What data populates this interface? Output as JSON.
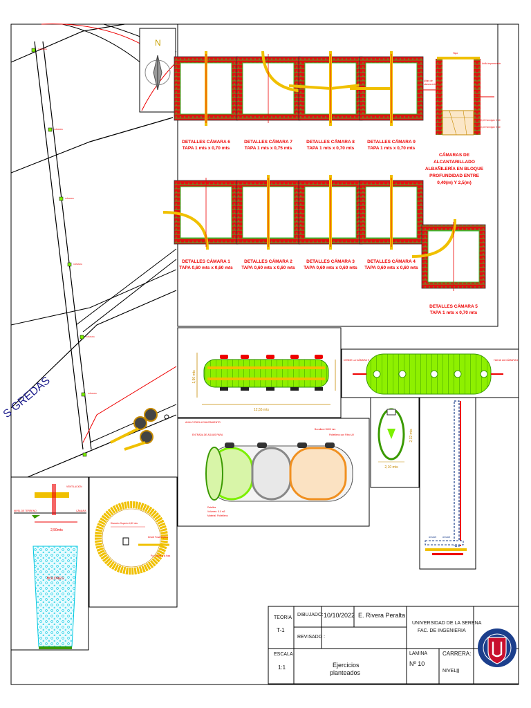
{
  "site_plan": {
    "street_label": "S GREDAS",
    "north_label": "N"
  },
  "chambers": [
    {
      "title": "DETALLES CÁMARA 6",
      "dims": "TAPA 1 mts x 0,70 mts"
    },
    {
      "title": "DETALLES CÁMARA 7",
      "dims": "TAPA 1 mts x 0,75 mts"
    },
    {
      "title": "DETALLES CÁMARA 8",
      "dims": "TAPA 1 mts x 0,70 mts"
    },
    {
      "title": "DETALLES CÁMARA 9",
      "dims": "TAPA 1 mts x 0,70 mts"
    },
    {
      "title": "DETALLES CÁMARA 1",
      "dims": "TAPA 0,60 mts x 0,60 mts"
    },
    {
      "title": "DETALLES CÁMARA 2",
      "dims": "TAPA 0,60 mts x 0,60 mts"
    },
    {
      "title": "DETALLES CÁMARA 3",
      "dims": "TAPA 0,60 mts x 0,60 mts"
    },
    {
      "title": "DETALLES CÁMARA 4",
      "dims": "TAPA 0,60 mts x 0,60 mts"
    },
    {
      "title": "DETALLES CÁMARA 5",
      "dims": "TAPA 1 mts x 0,70 mts"
    }
  ],
  "camaras_note": [
    "CÁMARAS DE",
    "ALCANTARILLADO",
    "ALBAÑILERÍA EN BLOQUE",
    "PROFUNDIDAD ENTRE",
    "0,40(m) Y 2,5(m)"
  ],
  "tank": {
    "length_label": "12,55 mts",
    "width_label": "2,10 mts",
    "height_label": "1,90 mts",
    "inlet_label": "DESDE LA CÁMARA 9",
    "outlet_label": "HACIA LA CÁMARA 6",
    "elevation_label": "2,32 mts"
  },
  "well": {
    "width_label": "2,50mts",
    "fill_label": "BOLONES"
  },
  "title_block": {
    "teoria_label": "TEORIA",
    "teoria_value": "T-1",
    "dibujado_label": "DIBUJADO:",
    "dibujado_date": "10/10/2022",
    "dibujado_name": "E. Rivera Peralta",
    "revisado_label": "REVISADO :",
    "university": "UNIVERSIDAD DE LA SERENA",
    "faculty": "FAC. DE INGENIERIA",
    "escala_label": "ESCALA",
    "escala_value": "1:1",
    "subject_line1": "Ejercicios",
    "subject_line2": "planteados",
    "lamina_label": "LAMINA",
    "lamina_value": "Nº 10",
    "carrera_label": "CARRERA:",
    "nivel_label": "NIVEL:",
    "nivel_value": "II"
  },
  "colors": {
    "brick": "#e01010",
    "mortar": "#20c020",
    "pipe": "#f0c000",
    "tank_green": "#7cf000",
    "logo_blue": "#1c3f8c",
    "logo_red": "#c8102e"
  }
}
